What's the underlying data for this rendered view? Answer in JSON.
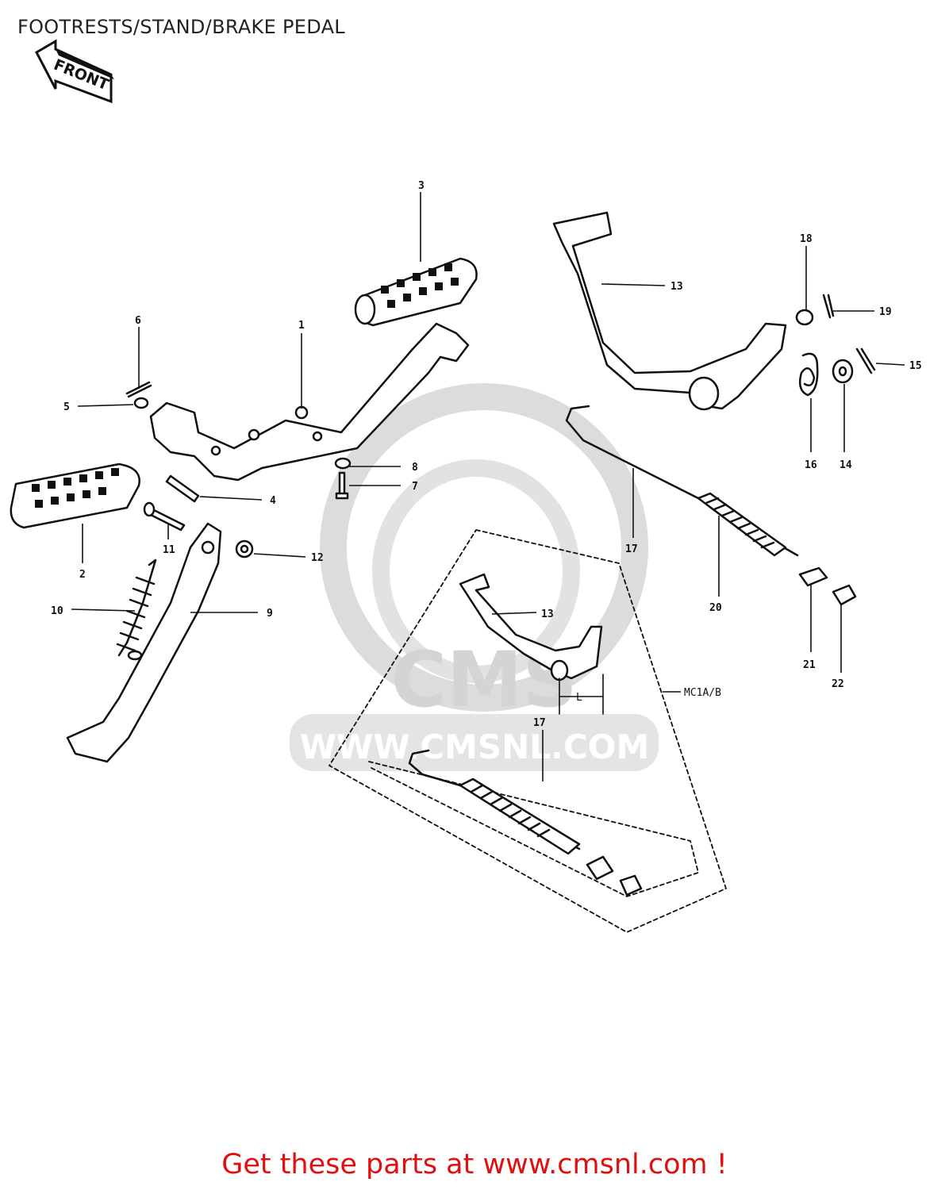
{
  "page": {
    "title": "FOOTRESTS/STAND/BRAKE PEDAL",
    "footer_link": "Get these parts at www.cmsnl.com !"
  },
  "diagram": {
    "front_arrow": "FRONT",
    "watermark": "WWW.CMSNL.COM",
    "watermark_logo": "CMS",
    "variant_label": "MC1A/B",
    "dimension_label": "L",
    "callouts": [
      "1",
      "2",
      "3",
      "4",
      "5",
      "6",
      "7",
      "8",
      "9",
      "10",
      "11",
      "12",
      "13",
      "14",
      "15",
      "16",
      "17",
      "18",
      "19",
      "20",
      "21",
      "22",
      "13",
      "17"
    ]
  },
  "colors": {
    "footer_link": "#e01010",
    "line_art": "#111111",
    "watermark": "#d4d4d4"
  }
}
